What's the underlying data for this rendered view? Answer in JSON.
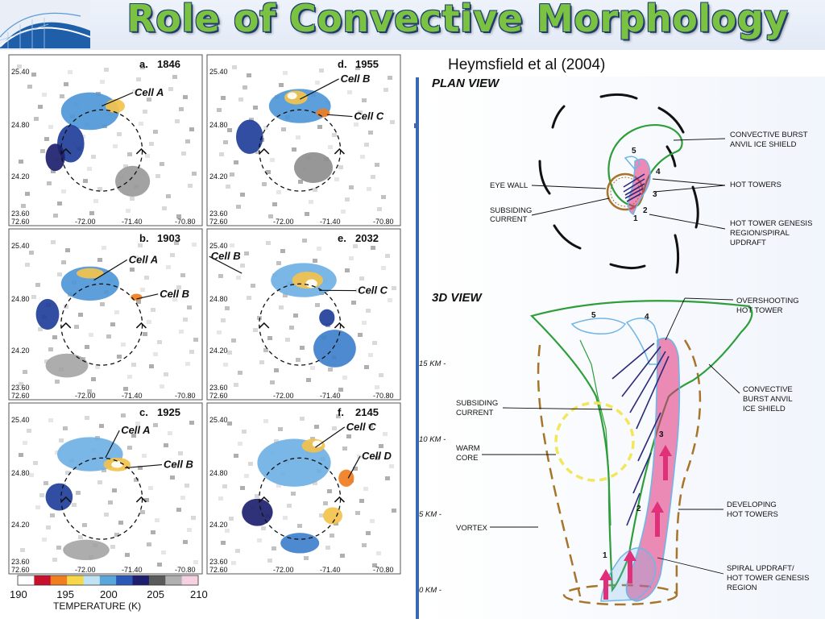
{
  "slide": {
    "title": "Role of Convective Morphology",
    "citation": "Heymsfield et al (2004)"
  },
  "panels": [
    {
      "label": "a.",
      "time": "1846",
      "cells": [
        "Cell A"
      ],
      "lat_top": "25.40",
      "lat_mid": "24.80",
      "lat_low": "24.20",
      "lat_bottom": "23.60",
      "lon_left": "72.60",
      "lon_1": "-72.00",
      "lon_2": "-71.40",
      "lon_right": "-70.80"
    },
    {
      "label": "d.",
      "time": "1955",
      "cells": [
        "Cell B",
        "Cell C"
      ],
      "lat_top": "25.40",
      "lat_mid": "24.80",
      "lat_low": "24.20",
      "lat_bottom": "23.60",
      "lon_left": "72.60",
      "lon_1": "-72.00",
      "lon_2": "-71.40",
      "lon_right": "-70.80"
    },
    {
      "label": "b.",
      "time": "1903",
      "cells": [
        "Cell A",
        "Cell B"
      ],
      "lat_top": "25.40",
      "lat_mid": "24.80",
      "lat_low": "24.20",
      "lat_bottom": "23.60",
      "lon_left": "72.60",
      "lon_1": "-72.00",
      "lon_2": "-71.40",
      "lon_right": "-70.80"
    },
    {
      "label": "e.",
      "time": "2032",
      "cells": [
        "Cell B",
        "Cell C"
      ],
      "lat_top": "25.40",
      "lat_mid": "24.80",
      "lat_low": "24.20",
      "lat_bottom": "23.60",
      "lon_left": "72.60",
      "lon_1": "-72.00",
      "lon_2": "-71.40",
      "lon_right": "-70.80"
    },
    {
      "label": "c.",
      "time": "1925",
      "cells": [
        "Cell A",
        "Cell B"
      ],
      "lat_top": "25.40",
      "lat_mid": "24.80",
      "lat_low": "24.20",
      "lat_bottom": "23.60",
      "lon_left": "72.60",
      "lon_1": "-72.00",
      "lon_2": "-71.40",
      "lon_right": "-70.80"
    },
    {
      "label": "f.",
      "time": "2145",
      "cells": [
        "Cell C",
        "Cell D"
      ],
      "lat_top": "25.40",
      "lat_mid": "24.80",
      "lat_low": "24.20",
      "lat_bottom": "23.60",
      "lon_left": "72.60",
      "lon_1": "-72.00",
      "lon_2": "-71.40",
      "lon_right": "-70.80"
    }
  ],
  "colorbar": {
    "title": "TEMPERATURE (K)",
    "ticks": [
      "190",
      "195",
      "200",
      "205",
      "210"
    ],
    "colors": [
      "#ffffff",
      "#c8102e",
      "#f07d1e",
      "#f7d64a",
      "#bfe3f2",
      "#59a5dc",
      "#2a57b8",
      "#1d1f6e",
      "#5a5a5a",
      "#b0b0b0",
      "#f4d2e4"
    ]
  },
  "plan_view": {
    "heading": "PLAN VIEW",
    "labels": {
      "convective_burst": "CONVECTIVE BURST",
      "anvil_ice_shield": "ANVIL ICE SHIELD",
      "eye_wall": "EYE WALL",
      "hot_towers": "HOT TOWERS",
      "subsiding": "SUBSIDING",
      "current": "CURRENT",
      "genesis_1": "HOT TOWER GENESIS",
      "genesis_2": "REGION/SPIRAL",
      "genesis_3": "UPDRAFT"
    },
    "numbers": [
      "1",
      "2",
      "3",
      "4",
      "5"
    ]
  },
  "view_3d": {
    "heading": "3D VIEW",
    "heights": [
      "15 KM -",
      "10 KM -",
      "5 KM -",
      "0 KM -"
    ],
    "labels": {
      "overshooting_1": "OVERSHOOTING",
      "overshooting_2": "HOT TOWER",
      "cb_1": "CONVECTIVE",
      "cb_2": "BURST ANVIL",
      "cb_3": "ICE SHIELD",
      "subsiding": "SUBSIDING",
      "current": "CURRENT",
      "warm": "WARM",
      "core": "CORE",
      "vortex": "VORTEX",
      "developing_1": "DEVELOPING",
      "developing_2": "HOT TOWERS",
      "spiral_1": "SPIRAL UPDRAFT/",
      "spiral_2": "HOT TOWER GENESIS",
      "spiral_3": "REGION"
    },
    "numbers": [
      "1",
      "2",
      "3",
      "4",
      "5"
    ]
  },
  "colors": {
    "title_green": "#7cc242",
    "title_outline": "#1d3b6e",
    "accent_blue": "#3a68b4",
    "anvil_green": "#2e9e3a",
    "eyewall_brown": "#a8742a",
    "tower_pink": "#e0307a",
    "arrow_navy": "#2b2a7a",
    "warm_core_yellow": "#f2e65a",
    "cloud_lightblue": "#6fb6e6"
  }
}
